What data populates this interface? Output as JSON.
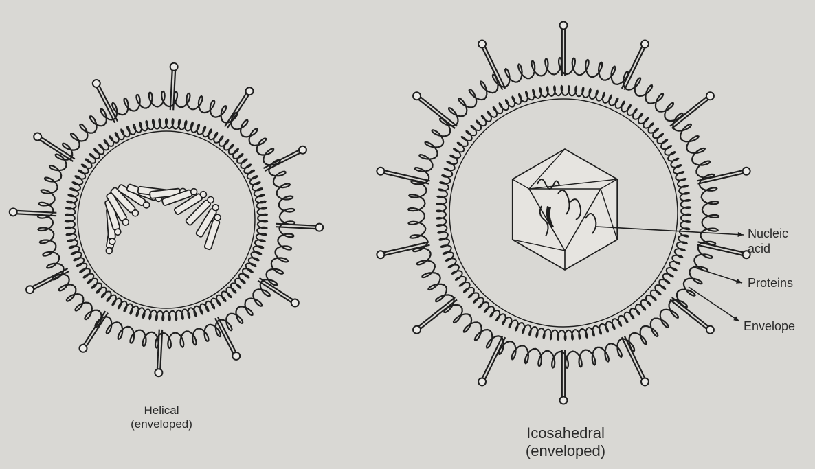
{
  "viruses": [
    {
      "id": "helical",
      "caption": "Helical\n(enveloped)",
      "spike_count": 12,
      "nucleocapsid": "helical"
    },
    {
      "id": "icosahedral",
      "caption": "Icosahedral\n(enveloped)",
      "spike_count": 14,
      "nucleocapsid": "icosahedral"
    }
  ],
  "labels": {
    "nucleic_acid": [
      "Nucleic",
      "acid"
    ],
    "proteins": "Proteins",
    "envelope": "Envelope"
  },
  "colors": {
    "background": "#d9d8d4",
    "ink": "#1f1f1f",
    "knob_fill": "#ecebe8"
  }
}
